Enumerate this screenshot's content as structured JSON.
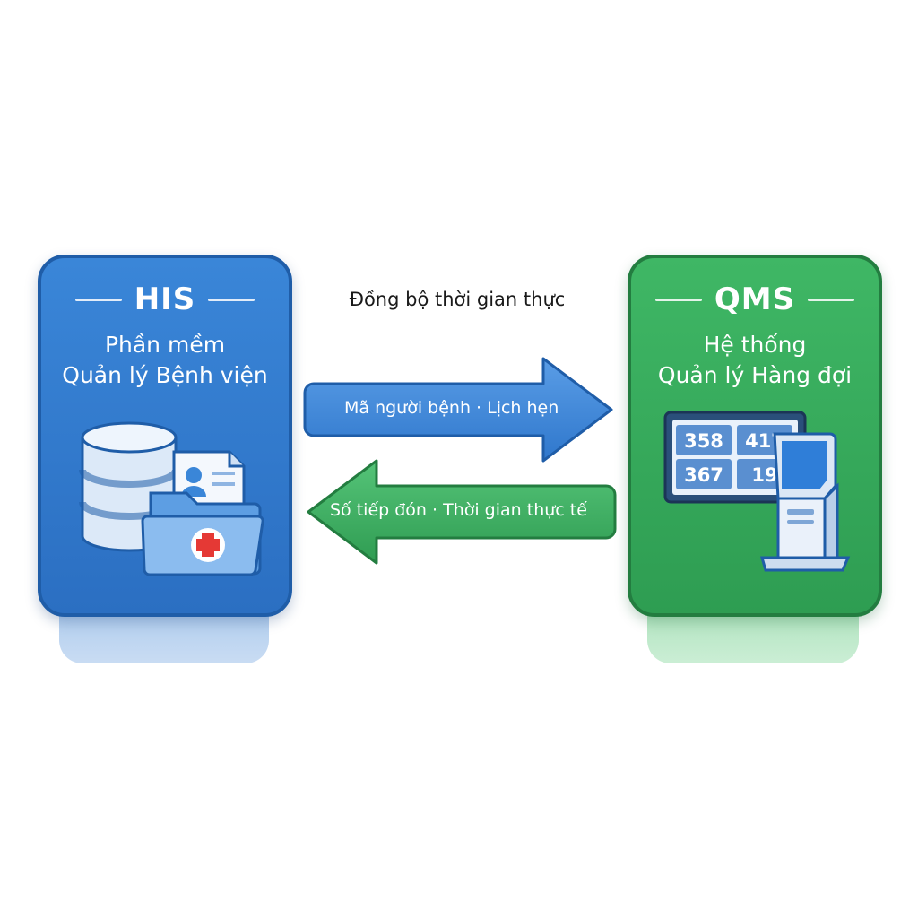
{
  "header": {
    "sync_label": "Đồng bộ thời gian thực"
  },
  "his": {
    "title": "HIS",
    "subtitle_line1": "Phần mềm",
    "subtitle_line2": "Quản lý Bệnh viện",
    "color": "#2b6fc2",
    "icons": [
      "database-icon",
      "patient-record-icon",
      "medical-folder-icon"
    ]
  },
  "qms": {
    "title": "QMS",
    "subtitle_line1": "Hệ thống",
    "subtitle_line2": "Quản lý Hàng đợi",
    "color": "#2e9d52",
    "icons": [
      "queue-display-icon",
      "kiosk-icon"
    ],
    "display_numbers": [
      "358",
      "417",
      "367",
      "19"
    ]
  },
  "flows": {
    "to_qms": "Mã người bệnh · Lịch hẹn",
    "to_his": "Số tiếp đón · Thời gian thực tế"
  }
}
